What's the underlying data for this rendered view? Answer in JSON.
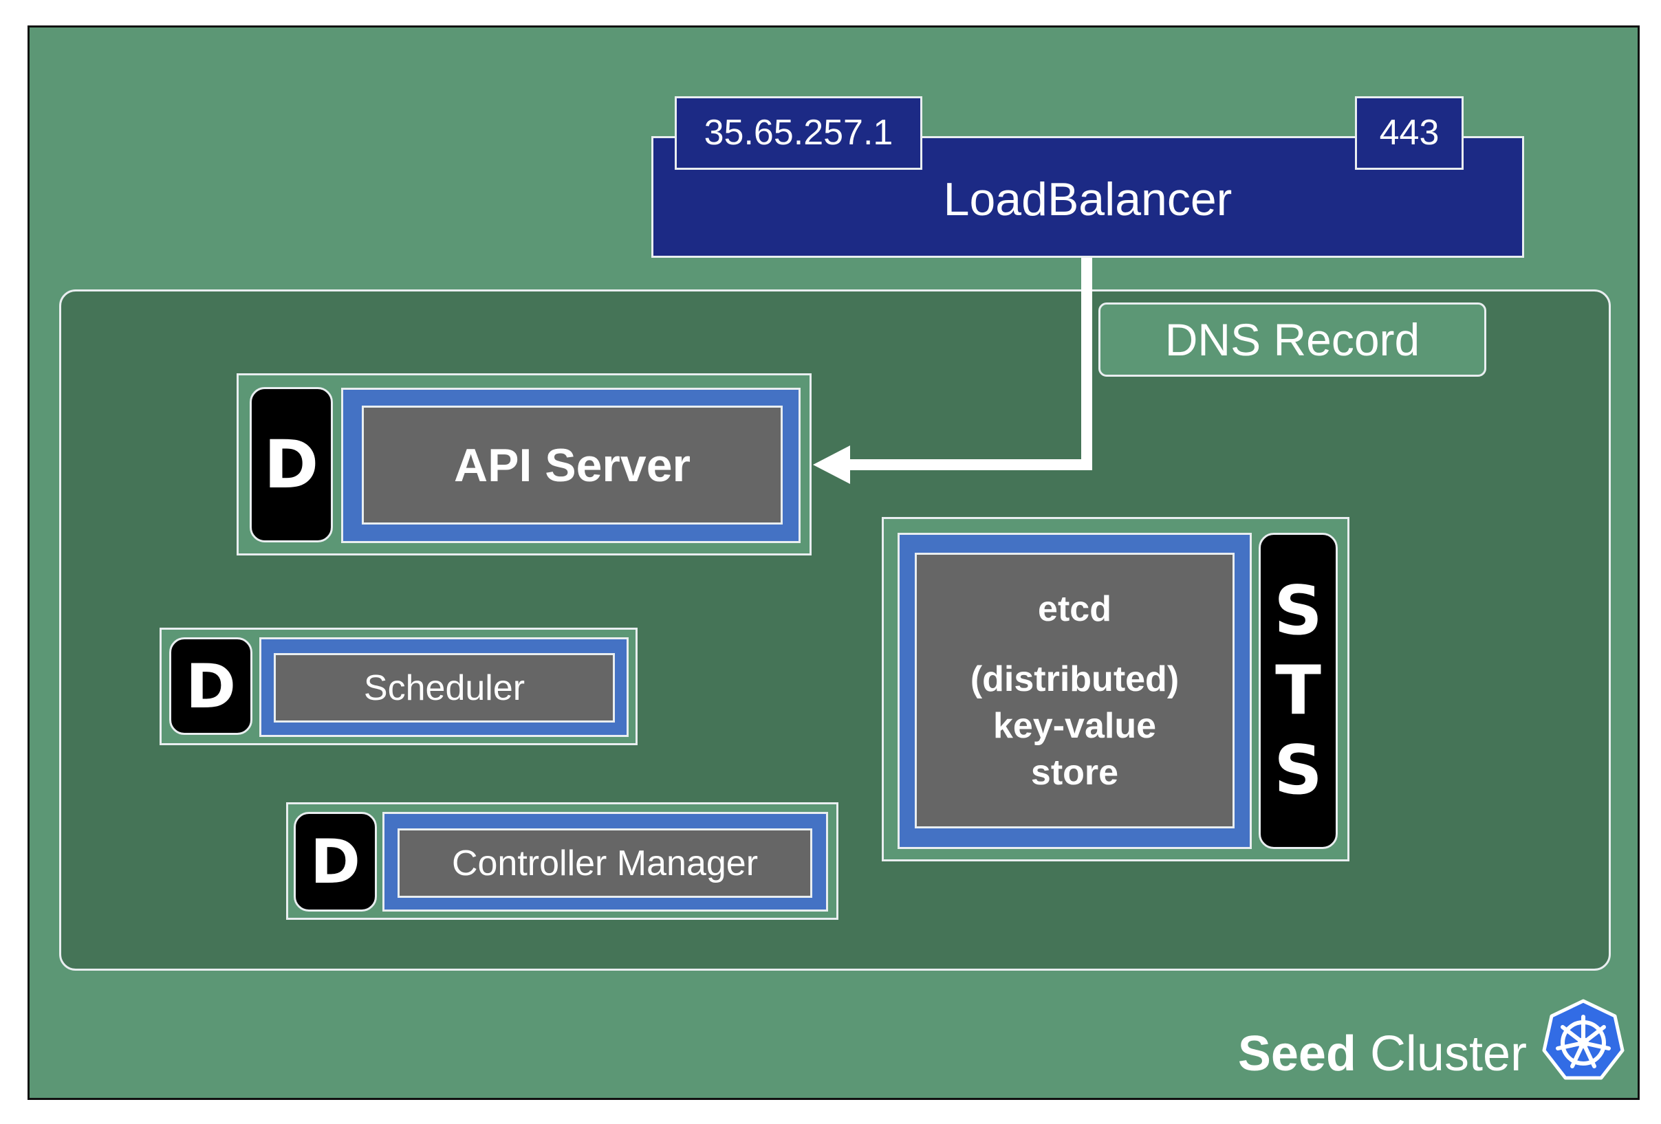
{
  "load_balancer": {
    "title": "LoadBalancer",
    "ip": "35.65.257.1",
    "port": "443"
  },
  "dns_record": "DNS Record",
  "components": {
    "api_server": {
      "badge": "D",
      "label": "API Server"
    },
    "scheduler": {
      "badge": "D",
      "label": "Scheduler"
    },
    "controller_manager": {
      "badge": "D",
      "label": "Controller Manager"
    },
    "etcd": {
      "title": "etcd",
      "desc_line1": "(distributed)",
      "desc_line2": "key-value",
      "desc_line3": "store",
      "badge_letters": [
        "S",
        "T",
        "S"
      ]
    }
  },
  "cluster_label": {
    "bold": "Seed",
    "rest": "Cluster"
  },
  "icons": {
    "cluster_logo": "kubernetes-wheel-icon"
  },
  "colors": {
    "seed_bg": "#5c9775",
    "inner_bg": "#457457",
    "loadbalancer_bg": "#1c2a85",
    "container_blue": "#4472c4",
    "box_gray": "#666666",
    "badge_black": "#000000",
    "k8s_blue": "#326ce5"
  }
}
